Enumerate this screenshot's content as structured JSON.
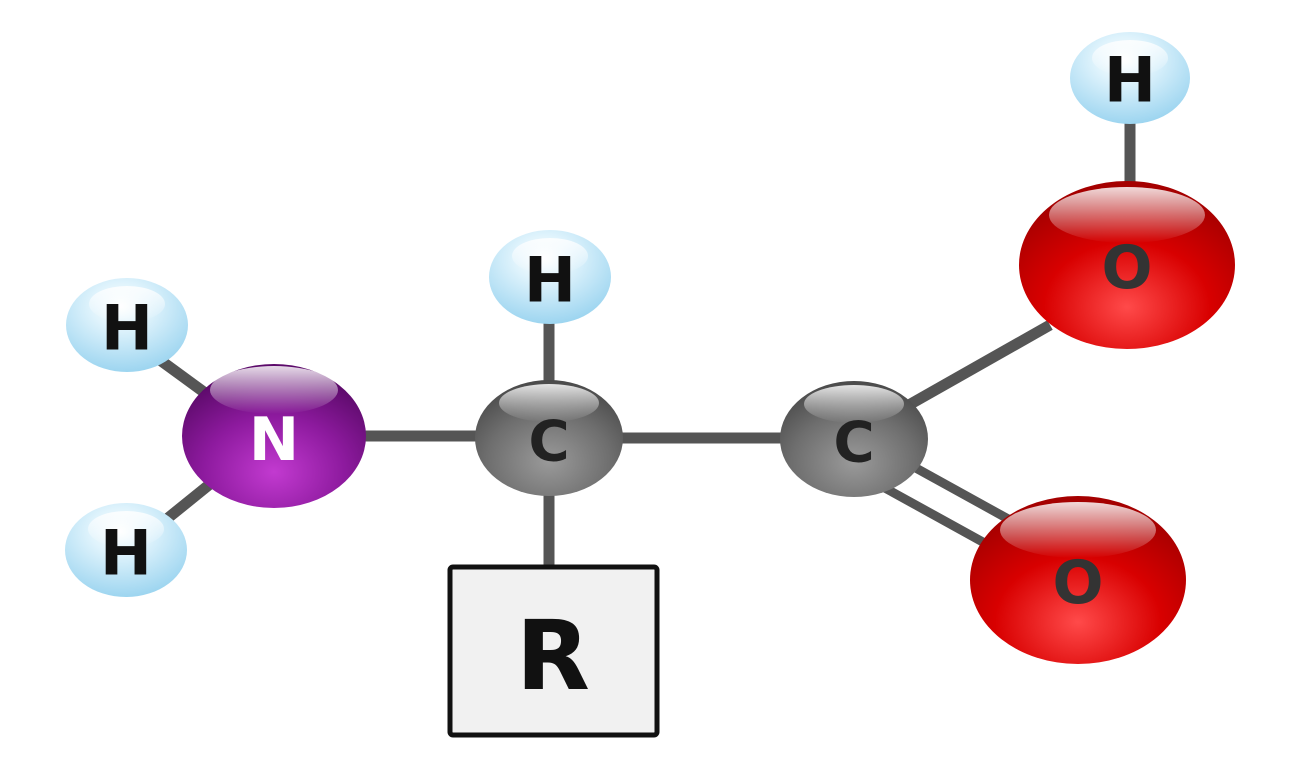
{
  "molecule": {
    "atoms": {
      "h_top": {
        "label": "H",
        "element": "hydrogen"
      },
      "o_hydroxyl": {
        "label": "O",
        "element": "oxygen"
      },
      "h_alpha": {
        "label": "H",
        "element": "hydrogen"
      },
      "h_amine_1": {
        "label": "H",
        "element": "hydrogen"
      },
      "n_amine": {
        "label": "N",
        "element": "nitrogen"
      },
      "c_alpha": {
        "label": "C",
        "element": "carbon"
      },
      "c_carboxyl": {
        "label": "C",
        "element": "carbon"
      },
      "h_amine_2": {
        "label": "H",
        "element": "hydrogen"
      },
      "o_carbonyl": {
        "label": "O",
        "element": "oxygen"
      }
    },
    "side_chain": {
      "label": "R"
    }
  },
  "colors": {
    "hydrogen": "#bfe6f7",
    "nitrogen": "#8b1a9b",
    "carbon": "#777777",
    "oxygen": "#d20000",
    "bond": "#555555",
    "side_chain_fill": "#f1f1f1",
    "side_chain_border": "#111111"
  }
}
